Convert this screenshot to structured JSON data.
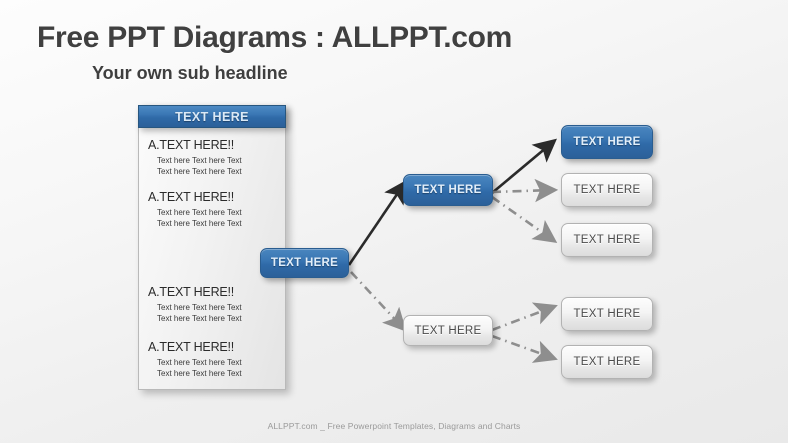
{
  "header": {
    "title": "Free PPT Diagrams : ALLPPT.com",
    "subtitle": "Your own sub headline"
  },
  "left_panel": {
    "header_label": "TEXT HERE",
    "items": [
      {
        "heading": "A.TEXT HERE!!",
        "line1": "Text here Text here Text",
        "line2": "Text here Text here Text"
      },
      {
        "heading": "A.TEXT HERE!!",
        "line1": "Text here Text here Text",
        "line2": "Text here Text here Text"
      },
      {
        "heading": "A.TEXT HERE!!",
        "line1": "Text here Text here Text",
        "line2": "Text here Text here Text"
      },
      {
        "heading": "A.TEXT HERE!!",
        "line1": "Text here Text here Text",
        "line2": "Text here Text here Text"
      }
    ]
  },
  "diagram": {
    "root": {
      "label": "TEXT HERE",
      "style": "blue"
    },
    "branch_top": {
      "node": {
        "label": "TEXT HERE",
        "style": "blue"
      },
      "children": [
        {
          "label": "TEXT HERE",
          "style": "blue"
        },
        {
          "label": "TEXT HERE",
          "style": "grey"
        },
        {
          "label": "TEXT HERE",
          "style": "grey"
        }
      ]
    },
    "branch_bottom": {
      "node": {
        "label": "TEXT HERE",
        "style": "grey"
      },
      "children": [
        {
          "label": "TEXT HERE",
          "style": "grey"
        },
        {
          "label": "TEXT HERE",
          "style": "grey"
        }
      ]
    }
  },
  "footer": {
    "text": "ALLPPT.com _ Free Powerpoint Templates, Diagrams and Charts"
  },
  "colors": {
    "accent_blue": "#2f6aa8",
    "blue_light": "#4a86bf",
    "grey_node": "#e6e6e6",
    "arrow_dark": "#2b2b2b",
    "arrow_grey": "#8e8e8e",
    "title_grey": "#404040",
    "footer_grey": "#9a9a9a"
  }
}
